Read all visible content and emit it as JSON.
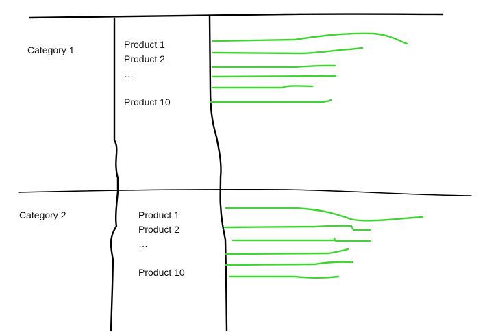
{
  "colors": {
    "ink": "#000000",
    "bar": "#3fd431"
  },
  "sections": [
    {
      "category": "Category 1",
      "products": [
        "Product 1",
        "Product 2",
        "…",
        "Product 10"
      ]
    },
    {
      "category": "Category 2",
      "products": [
        "Product 1",
        "Product 2",
        "…",
        "Product 10"
      ]
    }
  ]
}
